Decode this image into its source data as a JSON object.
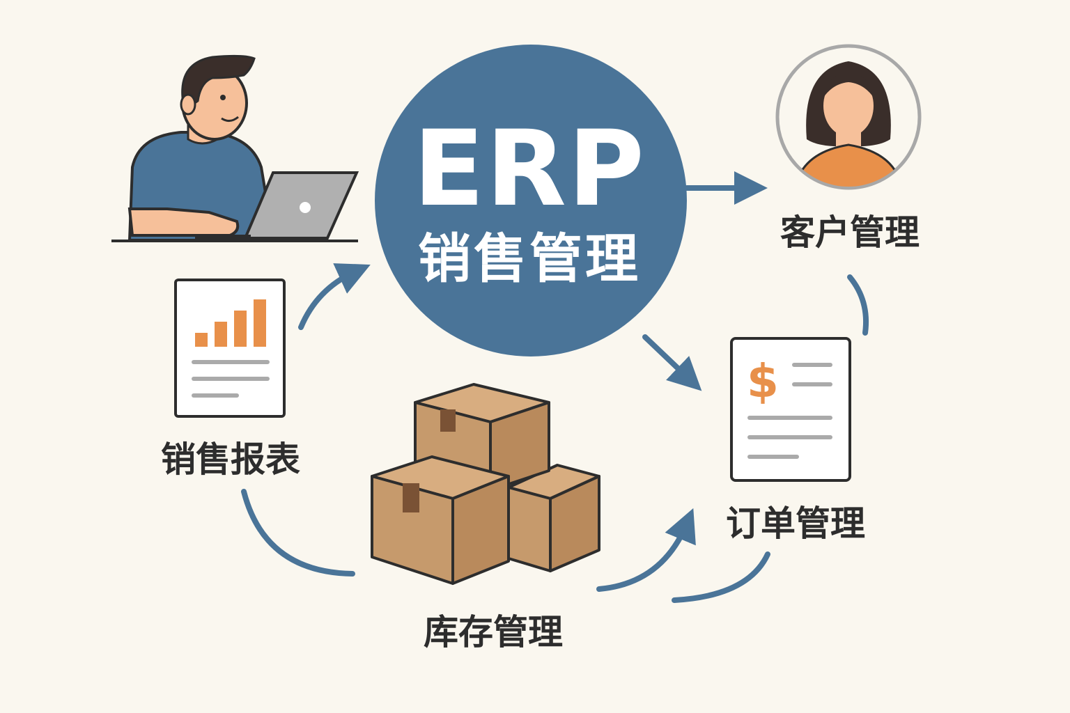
{
  "hub": {
    "title": "ERP",
    "subtitle": "销售管理",
    "color": "#4a7498"
  },
  "nodes": {
    "sales_report": {
      "label": "销售报表",
      "icon": "bar-chart-report-icon"
    },
    "customer": {
      "label": "客户管理",
      "icon": "customer-avatar-icon"
    },
    "order": {
      "label": "订单管理",
      "icon": "invoice-document-icon",
      "symbol": "$"
    },
    "inventory": {
      "label": "库存管理",
      "icon": "boxes-icon"
    },
    "user": {
      "icon": "person-at-laptop-icon"
    }
  },
  "colors": {
    "arrow": "#4a7498",
    "accent": "#e8904a",
    "box": "#c69a6c",
    "background": "#faf7ef"
  }
}
